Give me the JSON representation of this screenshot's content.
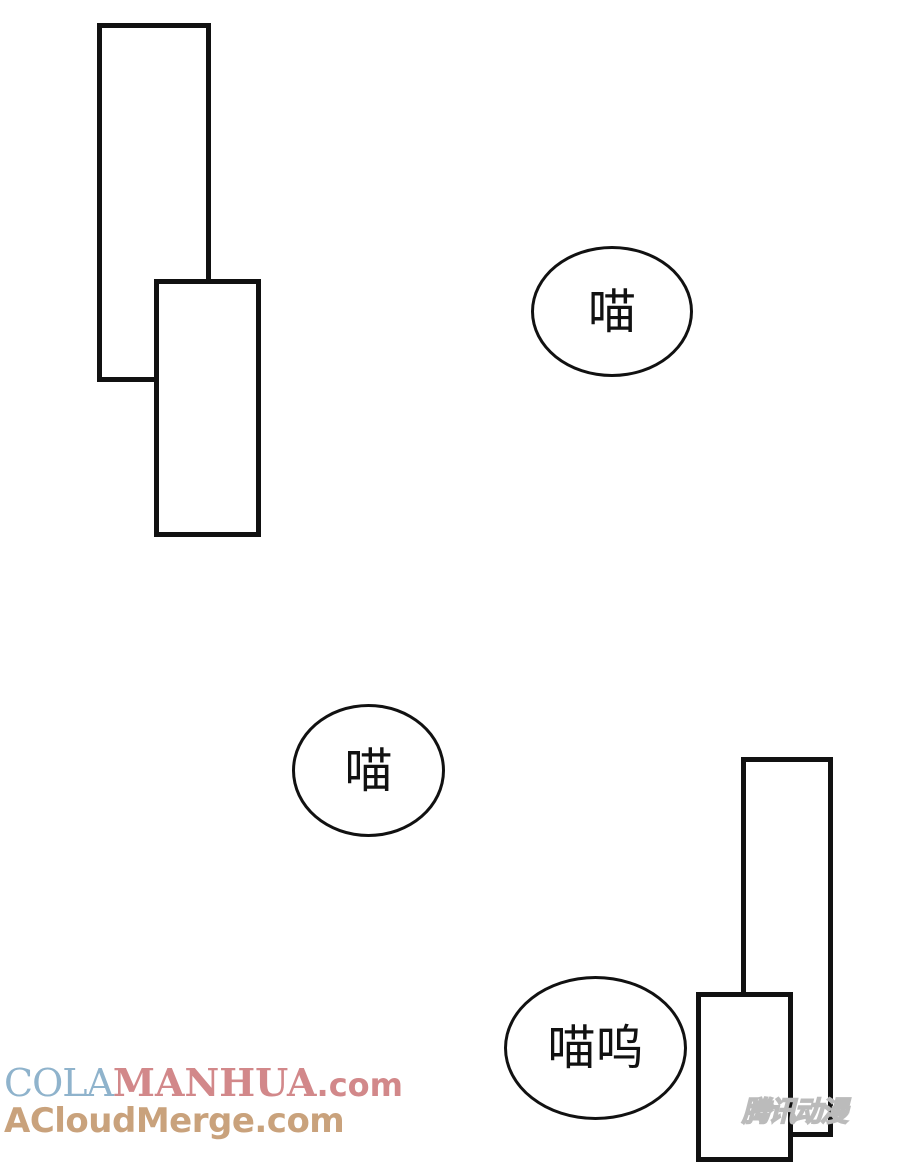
{
  "bubbles": {
    "top_right": "喵",
    "middle": "喵",
    "bottom": "喵呜"
  },
  "watermarks": {
    "line1_part1": "COLA",
    "line1_part2": "MANHUA",
    "line1_part3": ".com",
    "line2": "ACloudMerge.com",
    "corner": "腾讯动漫"
  },
  "colors": {
    "panel_border": "#111111",
    "background": "#ffffff",
    "watermark_blue": "#8fb3cc",
    "watermark_pink": "#d2888a",
    "watermark_tan": "#c9a27c"
  }
}
